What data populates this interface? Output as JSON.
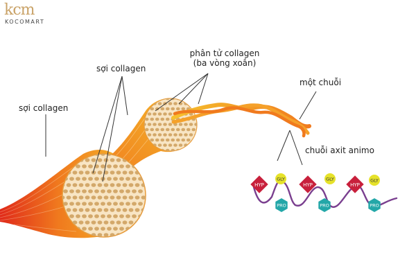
{
  "logo": {
    "mark": "kcm",
    "name": "KOCOMART"
  },
  "labels": {
    "fiber_left": "sợi collagen",
    "fiber_top": "sợi collagen",
    "molecule_line1": "phân tử collagen",
    "molecule_line2": "(ba vòng xoắn)",
    "one_chain": "một chuỗi",
    "amino_chain": "chuỗi axit animo"
  },
  "amino_units": [
    {
      "hyp": "HYP",
      "gly": "GLY",
      "pro": "PRO"
    },
    {
      "hyp": "HYP",
      "gly": "GLY",
      "pro": "PRO"
    },
    {
      "hyp": "HYP",
      "gly": "GLY",
      "pro": "PRO"
    }
  ],
  "colors": {
    "hyp": "#c8203c",
    "gly": "#e6e22a",
    "pro": "#23a7a8",
    "chain": "#7a3f8f",
    "fiber_orange": "#f07a1e",
    "fiber_yellow": "#f5b82b",
    "fiber_red": "#e03a1e",
    "bead": "#d3a86a",
    "bead_bg": "#f8e5c4",
    "logo": "#c9a267"
  }
}
